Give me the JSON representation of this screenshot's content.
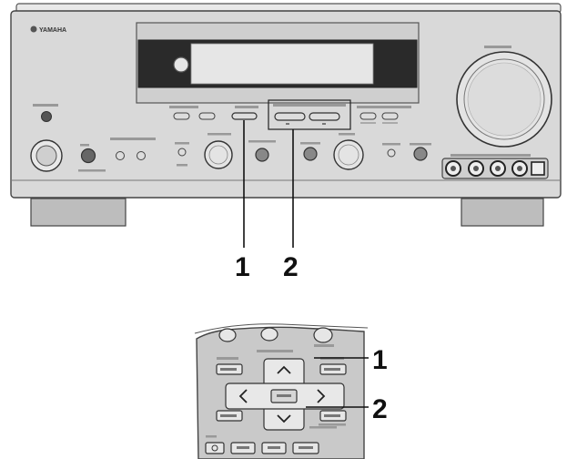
{
  "receiver": {
    "brand": "YAMAHA",
    "callouts": {
      "first": "1",
      "second": "2"
    }
  },
  "remote": {
    "callouts": {
      "first": "1",
      "second": "2"
    }
  }
}
